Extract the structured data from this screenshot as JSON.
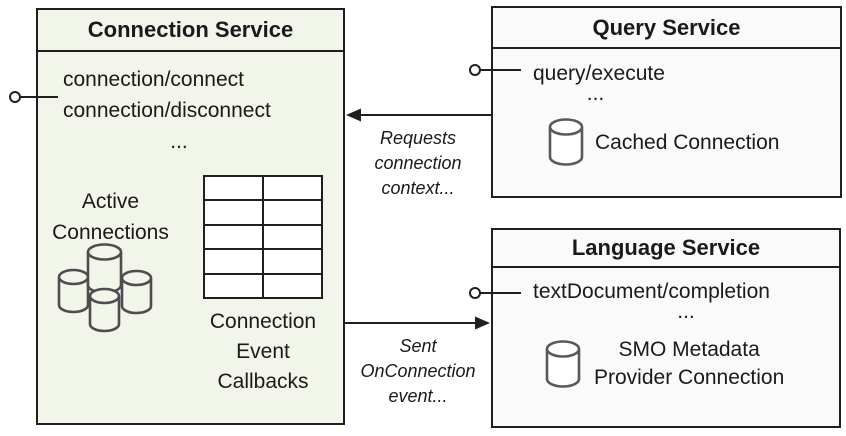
{
  "connection_service": {
    "title": "Connection Service",
    "methods": [
      "connection/connect",
      "connection/disconnect",
      "..."
    ],
    "active_connections": [
      "Active",
      "Connections"
    ],
    "callbacks": [
      "Connection",
      "Event",
      "Callbacks"
    ]
  },
  "query_service": {
    "title": "Query Service",
    "methods": [
      "query/execute",
      "..."
    ],
    "connection_label": "Cached Connection"
  },
  "language_service": {
    "title": "Language Service",
    "methods": [
      "textDocument/completion",
      "..."
    ],
    "connection_label": [
      "SMO Metadata",
      "Provider Connection"
    ]
  },
  "arrows": {
    "requests": [
      "Requests",
      "connection",
      "context..."
    ],
    "sent": [
      "Sent",
      "OnConnection",
      "event..."
    ]
  },
  "colors": {
    "border": "#1f1f1f",
    "connection_fill": "#f2f5ea",
    "service_fill": "#fafafa",
    "cluster_icon_stroke": "#4d4d4d",
    "database_icon_stroke": "#595959",
    "background": "#ffffff"
  }
}
